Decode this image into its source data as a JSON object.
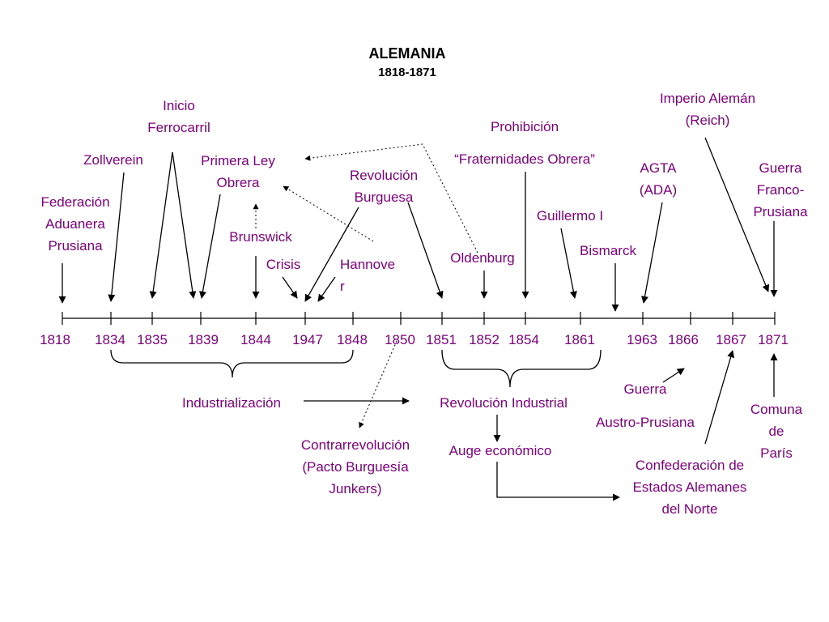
{
  "title": "ALEMANIA",
  "subtitle": "1818-1871",
  "colors": {
    "event_text": "#800080",
    "lines": "#000000",
    "title": "#000000"
  },
  "years": [
    "1818",
    "1834",
    "1835",
    "1839",
    "1844",
    "1947",
    "1848",
    "1850",
    "1851",
    "1852",
    "1854",
    "1861",
    "1963",
    "1866",
    "1867",
    "1871"
  ],
  "events": {
    "federacion": "Federación\nAduanera\nPrusiana",
    "zollverein": "Zollverein",
    "inicio_ferrocarril": "Inicio\nFerrocarril",
    "primera_ley": "Primera Ley\nObrera",
    "brunswick": "Brunswick",
    "crisis": "Crisis",
    "hannover": "Hannove\nr",
    "revolucion_burguesa": "Revolución\nBurguesa",
    "prohibicion": "Prohibición",
    "fraternidades": "“Fraternidades Obrera”",
    "oldenburg": "Oldenburg",
    "guillermo": "Guillermo I",
    "bismarck": "Bismarck",
    "agta": "AGTA\n(ADA)",
    "imperio": "Imperio Alemán\n(Reich)",
    "guerra_franco": "Guerra\nFranco-\nPrusiana"
  },
  "bottom": {
    "industrializacion": "Industrialización",
    "revolucion_industrial": "Revolución Industrial",
    "auge": "Auge económico",
    "contrarrevolucion": "Contrarrevolución\n(Pacto Burguesía\nJunkers)",
    "guerra_austro_1": "Guerra",
    "guerra_austro_2": "Austro-Prusiana",
    "confederacion": "Confederación de\nEstados Alemanes\ndel Norte",
    "comuna": "Comuna de\nParís"
  }
}
